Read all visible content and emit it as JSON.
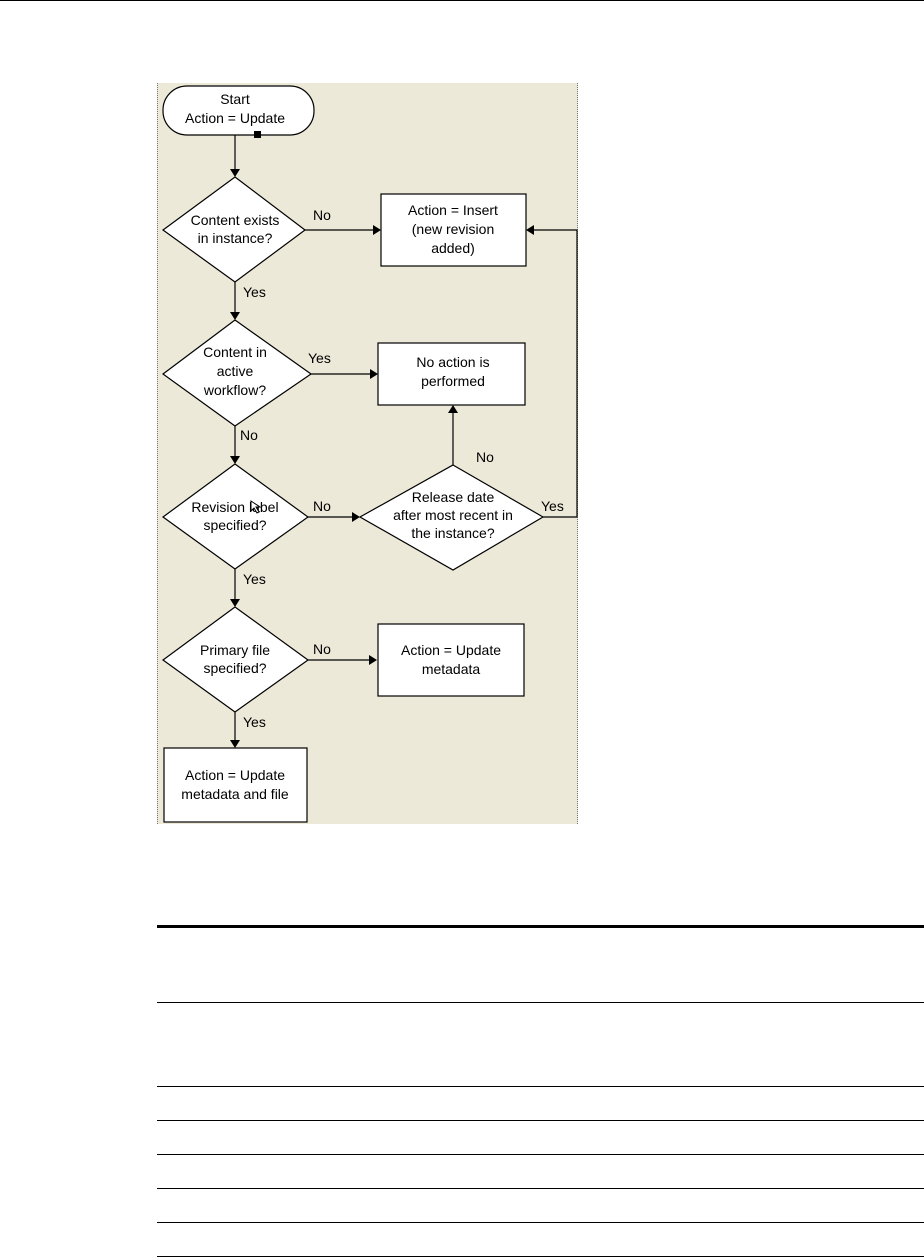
{
  "diagram": {
    "nodes": {
      "start": [
        "Start",
        "Action = Update"
      ],
      "content_exists": [
        "Content exists",
        "in instance?"
      ],
      "insert": [
        "Action = Insert",
        "(new revision",
        "added)"
      ],
      "active_workflow": [
        "Content in",
        "active",
        "workflow?"
      ],
      "no_action": [
        "No action is",
        "performed"
      ],
      "revision_label": [
        "Revision label",
        "specified?"
      ],
      "release_date": [
        "Release date",
        "after most recent in",
        "the instance?"
      ],
      "primary_file": [
        "Primary file",
        "specified?"
      ],
      "update_metadata": [
        "Action = Update",
        "metadata"
      ],
      "update_metadata_file": [
        "Action = Update",
        "metadata and file"
      ]
    },
    "edge_labels": {
      "content_exists_no": "No",
      "content_exists_yes": "Yes",
      "active_workflow_yes": "Yes",
      "active_workflow_no": "No",
      "revision_label_no": "No",
      "revision_label_yes": "Yes",
      "release_date_no": "No",
      "release_date_yes": "Yes",
      "primary_file_no": "No",
      "primary_file_yes": "Yes"
    }
  },
  "table": {
    "rows": 6
  }
}
